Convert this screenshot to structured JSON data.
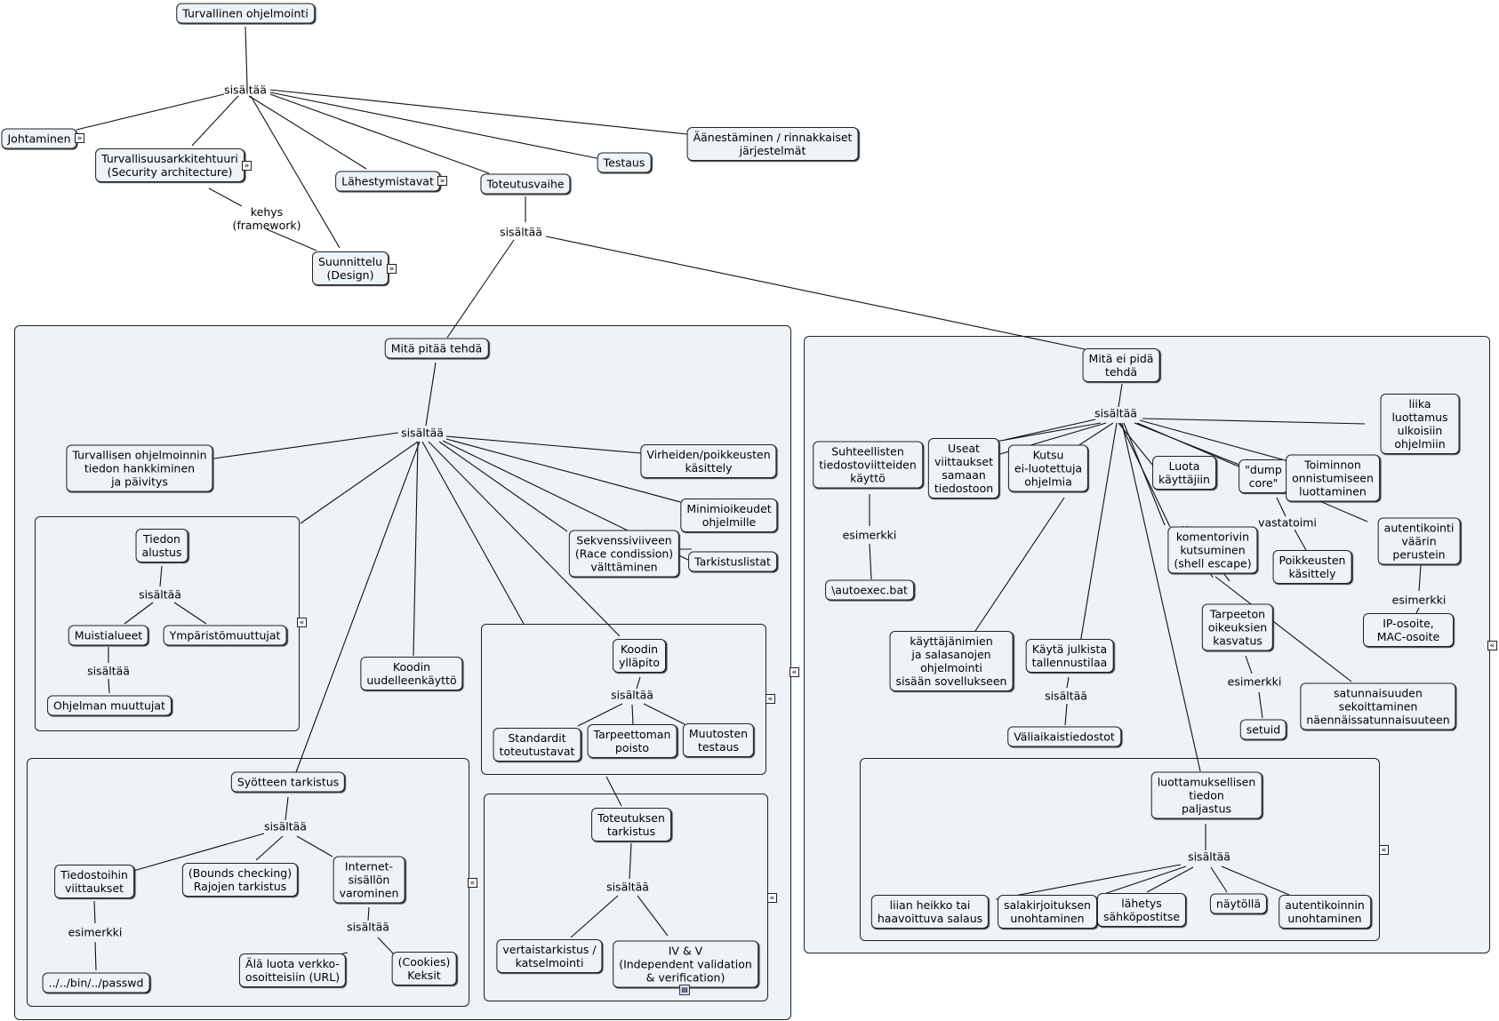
{
  "icons": {
    "expand": "expand-icon",
    "collapse": "collapse-icon",
    "note": "note-icon"
  },
  "colors": {
    "node_fill": "#edf3f6",
    "border": "#222222",
    "line": "#111111"
  },
  "nodes": {
    "root": "Turvallinen ohjelmointi",
    "johtaminen": "Johtaminen",
    "turvarakk": "Turvallisuusarkkitehtuuri\n(Security architecture)",
    "lahestym": "Lähestymistavat",
    "toteutus": "Toteutusvaihe",
    "testaus": "Testaus",
    "aanest": "Äänestäminen / rinnakkaiset\njärjestelmät",
    "suunnittelu": "Suunnittelu\n(Design)",
    "mita_pitaa": "Mitä pitää tehdä",
    "turv_tieto": "Turvallisen ohjelmoinnin\ntiedon hankkiminen\nja päivitys",
    "virheet": "Virheiden/poikkeusten\nkäsittely",
    "minimi": "Minimioikeudet\nohjelmille",
    "sekvenssi": "Sekvenssiviiveen\n(Race condission)\nvälttäminen",
    "tarkistuslistat": "Tarkistuslistat",
    "tiedon_alustus": "Tiedon\nalustus",
    "muistialueet": "Muistialueet",
    "ymparisto": "Ympäristömuuttujat",
    "ohjelman_muuttujat": "Ohjelman muuttujat",
    "koodin_uud": "Koodin\nuudelleenkäyttö",
    "koodin_yllapito": "Koodin\nylläpito",
    "standardit": "Standardit\ntoteutustavat",
    "tarpeettoman": "Tarpeettoman\npoisto",
    "muutosten": "Muutosten\ntestaus",
    "syotteen": "Syötteen tarkistus",
    "tiedostoihin": "Tiedostoihin\nviittaukset",
    "bounds": "(Bounds checking)\nRajojen tarkistus",
    "internet": "Internet-\nsisällön\nvarominen",
    "passwd": "../../bin/../passwd",
    "ala_luota": "Älä luota verkko-\nosoitteisiin (URL)",
    "cookies": "(Cookies)\nKeksit",
    "toteutuksen_tark": "Toteutuksen\ntarkistus",
    "vertais": "vertaistarkistus /\nkatselmointi",
    "ivv": "IV & V\n(Independent validation\n& verification)",
    "mita_ei": "Mitä ei pidä\ntehdä",
    "suhteelliset": "Suhteellisten\ntiedostoviitteiden\nkäyttö",
    "useat": "Useat\nviittaukset\nsamaan\ntiedostoon",
    "kutsu": "Kutsu\nei-luotettuja\nohjelmia",
    "luota_kayt": "Luota\nkäyttäjiin",
    "dump_core": "\"dump\ncore\"",
    "toiminnon": "Toiminnon\nonnistumiseen\nluottaminen",
    "liika": "liika luottamus\nulkoisiin ohjelmiin",
    "autoexec": "\\autoexec.bat",
    "komentorivin": "komentorivin\nkutsuminen\n(shell escape)",
    "autentikointi": "autentikointi\nväärin perustein",
    "poikkeusten": "Poikkeusten\nkäsittely",
    "kayttajanimien": "käyttäjänimien\nja salasanojen\nohjelmointi\nsisään sovellukseen",
    "kayta_julkista": "Käytä julkista\ntallennustilaa",
    "tarpeeton_oik": "Tarpeeton\noikeuksien\nkasvatus",
    "ip_mac": "IP-osoite, MAC-osoite",
    "satunnaisuuden": "satunnaisuuden\nsekoittaminen\nnäennäissatunnaisuuteen",
    "valiaikais": "Väliaikaistiedostot",
    "setuid": "setuid",
    "luottamuksellisen": "luottamuksellisen\ntiedon\npaljastus",
    "liian_heikko": "liian heikko tai\nhaavoittuva salaus",
    "salakirj": "salakirjoituksen\nunohtaminen",
    "lahetys": "lähetys\nsähköpostitse",
    "naytolla": "näytöllä",
    "autentikoinnin_unoht": "autentikoinnin\nunohtaminen"
  },
  "labels": {
    "sisaltaa": "sisältää",
    "kehys": "kehys\n(framework)",
    "esimerkki": "esimerkki",
    "vastatoimi": "vastatoimi"
  }
}
